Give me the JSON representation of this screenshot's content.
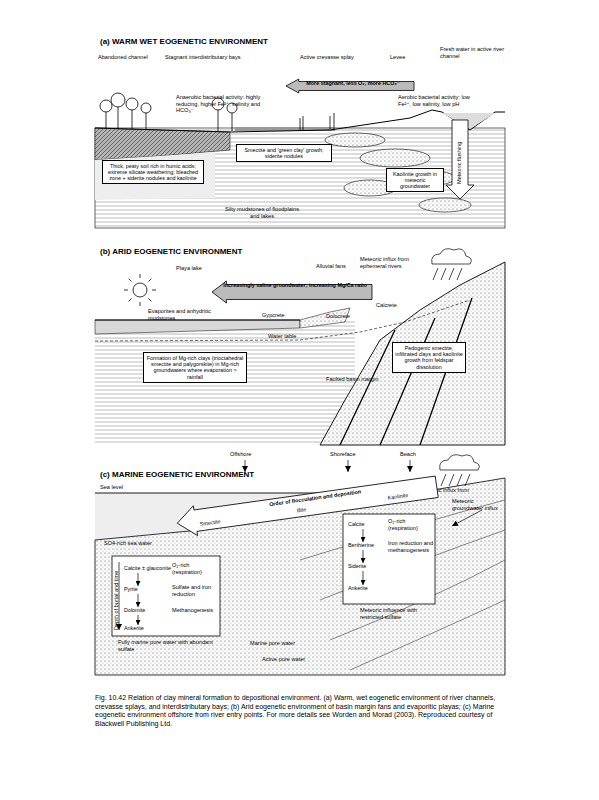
{
  "diagram": {
    "caption": "Fig. 10.42 Relation of clay mineral formation to depositional environment. (a) Warm, wet eogenetic environment of river channels, crevasse splays, and interdistributary bays; (b) Arid eogenetic environment of basin margin fans and evaporitic playas; (c) Marine eogenetic environment offshore from river entry points. For more details see Worden and Morad (2003). Reproduced courtesy of Blackwell Publishing Ltd.",
    "nodes": [
      {
        "text": [
          "More stagnant, less O₂, more HCO₃⁻"
        ]
      },
      {
        "text": [
          "Smectite and 'green clay' growth; siderite nodules"
        ]
      },
      {
        "text": [
          "Thick, peaty soil rich in humic acids; extreme silicate weathering; bleached zone + siderite nodules and kaolinite"
        ]
      },
      {
        "text": [
          "Kaolinite growth in meteoric groundwater"
        ]
      },
      {
        "text": [
          "Increasingly saline groundwater; increasing Mg/Ca ratio"
        ]
      },
      {
        "text": [
          "Pedogenic smectite, infiltrated clays and kaolinite growth from feldspar dissolution"
        ]
      },
      {
        "text": [
          "Formation of Mg-rich clays (trioctahedral smectite and palygorskite) in Mg-rich groundwaters where evaporation > rainfall"
        ]
      },
      {
        "text": [
          "Order of flocculation and deposition",
          "Smectite",
          "Illite",
          "Kaolinite"
        ]
      },
      {
        "text": [
          "Calcite ± glauconite"
        ]
      },
      {
        "text": [
          "Pyrite"
        ]
      },
      {
        "text": [
          "Dolomite"
        ]
      },
      {
        "text": [
          "Ankerite"
        ]
      },
      {
        "text": [
          "Calcite"
        ]
      },
      {
        "text": [
          "Berthierine"
        ]
      },
      {
        "text": [
          "Siderite"
        ]
      },
      {
        "text": [
          "Ankerite"
        ]
      }
    ],
    "edges": [
      {
        "from": 8,
        "to": 9,
        "arrow": "to"
      },
      {
        "from": 9,
        "to": 10,
        "arrow": "to"
      },
      {
        "from": 10,
        "to": 11,
        "arrow": "to"
      },
      {
        "from": 12,
        "to": 13,
        "arrow": "to"
      },
      {
        "from": 13,
        "to": 14,
        "arrow": "to"
      },
      {
        "from": 14,
        "to": 15,
        "arrow": "to"
      }
    ],
    "labels": [
      "(a) WARM WET EOGENETIC ENVIRONMENT",
      "Abandoned channel",
      "Stagnant interdistributary bays",
      "Active crevasse splay",
      "Levee",
      "Fresh water in active river channel",
      "Anaerobic bacterial activity: highly reducing, higher Fe²⁺, salinity and HCO₃⁻",
      "Aerobic bacterial activity: low Fe²⁺, low salinity, low pH",
      "Meteoric flushing",
      "Silty mudstones of floodplains and lakes",
      "(b) ARID EOGENETIC ENVIRONMENT",
      "Playa lake",
      "Alluvial fans",
      "Meteoric influx from ephemeral rivers",
      "Calcrete",
      "Dolocrete",
      "Gypcrete",
      "Evaporites and anhydritic mudstones",
      "Water table",
      "Faulted basin margin",
      "Offshore",
      "Shoreface",
      "Beach",
      "(c) MARINE EOGENETIC ENVIRONMENT",
      "Sea level",
      "Meteoric influx from rivers",
      "Meteoric groundwater influx",
      "SO4-rich sea water",
      "Depth of burial and time",
      "O₂-rich (respiration)",
      "Sulfate and iron reduction",
      "Methanogenesis",
      "O₂-rich (respiration)",
      "Iron reduction and methanogenesis",
      "Fully marine pore water with abundant sulfate",
      "Meteoric influence with restricted sulfate",
      "Marine pore water",
      "Active pore water"
    ]
  }
}
